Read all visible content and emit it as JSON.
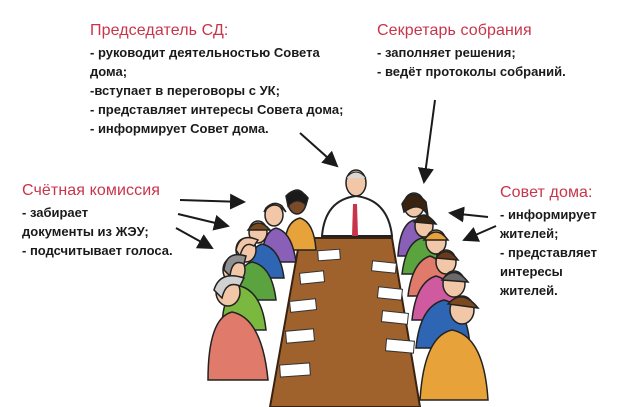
{
  "chairman": {
    "title": "Председатель СД:",
    "lines": [
      "- руководит деятельностью Совета",
      "дома;",
      "-вступает в переговоры с УК;",
      "- представляет интересы Совета дома;",
      "- информирует Совет дома."
    ]
  },
  "secretary": {
    "title": "Секретарь собрания",
    "lines": [
      "- заполняет решения;",
      "- ведёт протоколы собраний."
    ]
  },
  "audit": {
    "title": "Счётная комиссия",
    "lines": [
      "- забирает",
      "документы из ЖЭУ;",
      "- подсчитывает голоса."
    ]
  },
  "council": {
    "title": "Совет дома:",
    "lines": [
      "- информирует",
      "жителей;",
      "- представляет",
      "интересы",
      "жителей."
    ]
  },
  "colors": {
    "heading": "#c8344a",
    "table": "#a0622d",
    "arrow": "#1a1a1a"
  }
}
